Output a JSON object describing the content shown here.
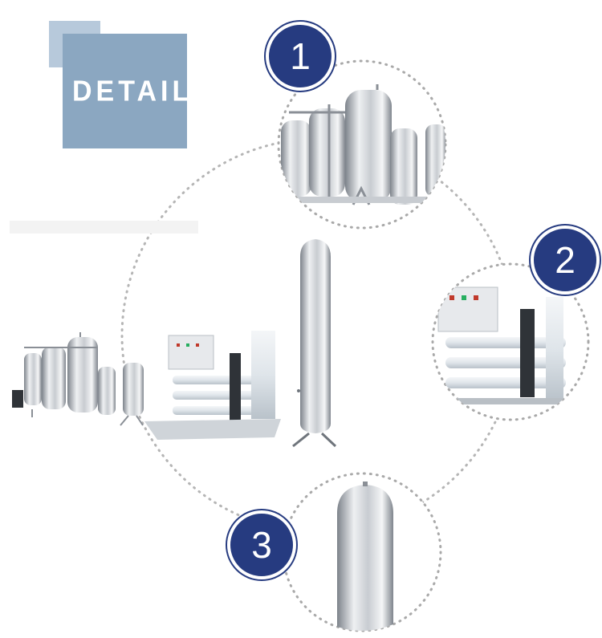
{
  "header": {
    "title": "DETAIL"
  },
  "badges": {
    "one": "1",
    "two": "2",
    "three": "3"
  },
  "colors": {
    "badge_fill": "#263b80",
    "detail_block": "#8ba7c1",
    "detail_block_back": "#b7c9db",
    "dotted_line": "#b5b5b5",
    "steel_light": "#eef0f2",
    "steel_dark": "#8a8f96"
  }
}
